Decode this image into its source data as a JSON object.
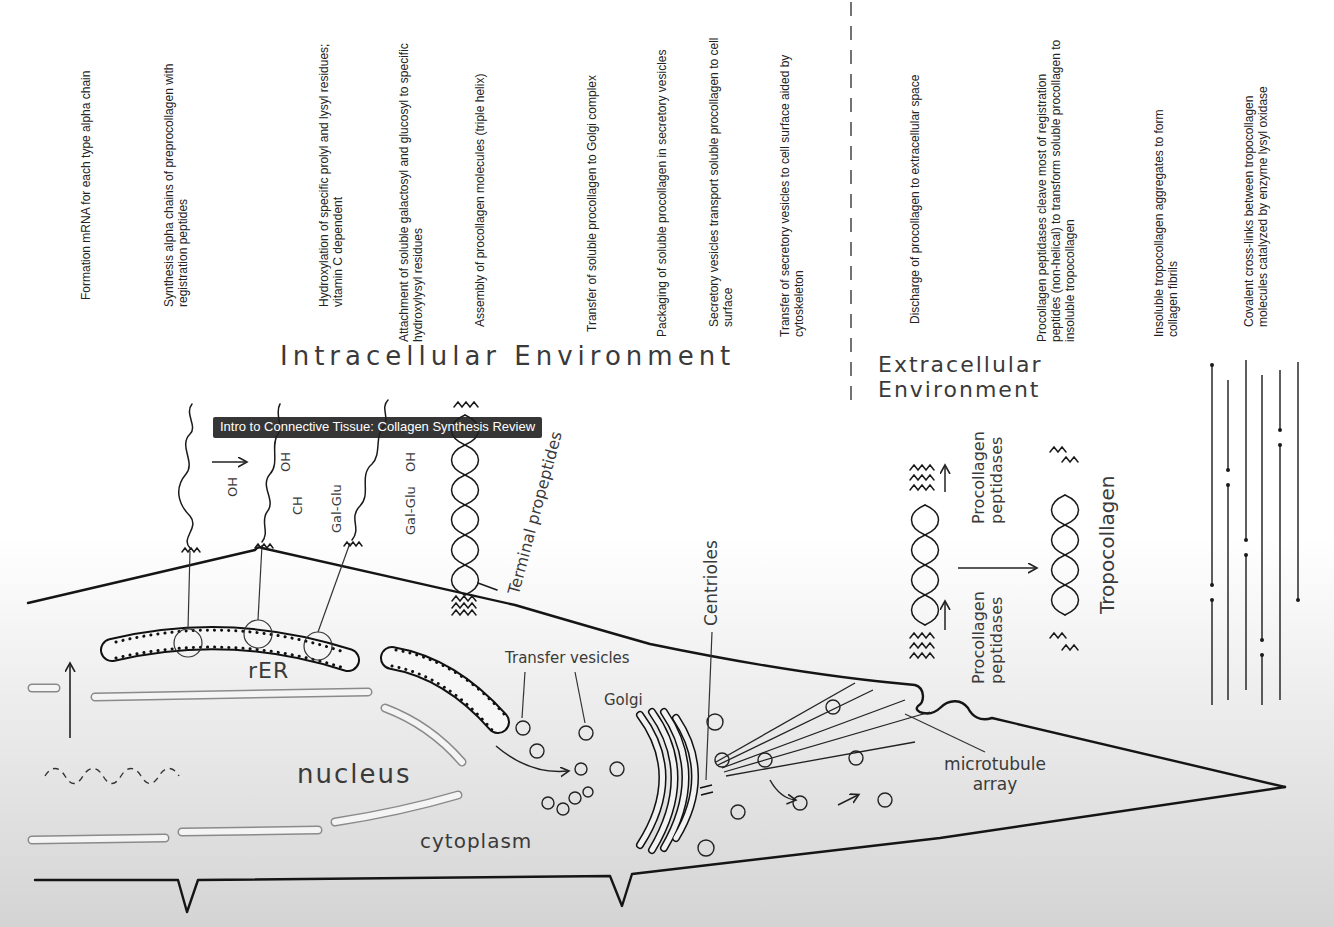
{
  "diagram": {
    "labels": [
      "Formation mRNA for each type alpha chain",
      "Synthesis alpha chains of preprocollagen with registration peptides",
      "Hydroxylation of specific prolyl and lysyl residues; vitamin C dependent",
      "Attachment of soluble galactosyl and glucosyl to specific hydroxylysyl residues",
      "Assembly of procollagen molecules (triple helix)",
      "Transfer of soluble procollagen to Golgi complex",
      "Packaging of soluble procollagen in secretory vesicles",
      "Secretory vesicles transport soluble procollagen to cell surface",
      "Transfer of secretory vesicles to cell surface aided by cytoskeleton",
      "Discharge of procollagen to extracellular space",
      "Procollagen peptidases cleave most of registration peptides (non-helical) to transform soluble procollagen to insoluble tropocollagen",
      "Insoluble tropocollagen aggregates to form collagen fibrils",
      "Covalent cross-links between tropocollagen molecules catalyzed by enzyme lysyl oxidase",
      "Intracellular Environment",
      "Extracellular Environment",
      "Intro to Connective Tissue: Collagen Synthesis Review",
      "OH",
      "OH",
      "CH",
      "Gal-Glu",
      "OH",
      "Gal-Glu",
      "Terminal propeptides",
      "rER",
      "Transfer vesicles",
      "Centrioles",
      "Golgi",
      "nucleus",
      "cytoplasm",
      "microtubule array",
      "Procollagen peptidases",
      "Procollagen peptidases",
      "Tropocollagen"
    ]
  }
}
